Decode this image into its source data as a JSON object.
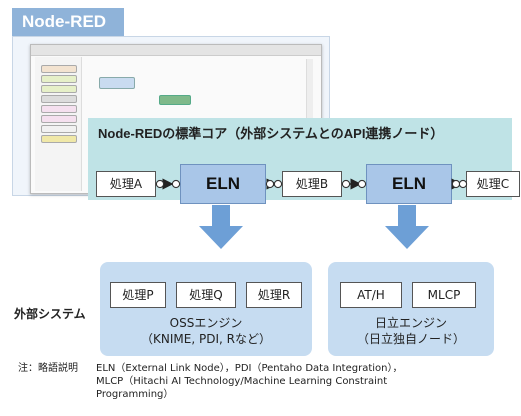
{
  "header": {
    "tab_label": "Node-RED"
  },
  "core": {
    "title": "Node-REDの標準コア（外部システムとのAPI連携ノード）",
    "nodes": [
      "処理A",
      "ELN",
      "処理B",
      "ELN",
      "処理C"
    ]
  },
  "external_label": "外部システム",
  "oss_panel": {
    "boxes": [
      "処理P",
      "処理Q",
      "処理R"
    ],
    "caption_line1": "OSSエンジン",
    "caption_line2": "（KNIME, PDI, Rなど）"
  },
  "hitachi_panel": {
    "boxes": [
      "AT/H",
      "MLCP"
    ],
    "caption_line1": "日立エンジン",
    "caption_line2": "（日立独自ノード）"
  },
  "note": {
    "head": "注：略語説明",
    "line1": "ELN（External Link Node），PDI（Pentaho Data Integration），",
    "line2": "MLCP（Hitachi AI Technology/Machine Learning Constraint",
    "line3": "Programming）"
  },
  "colors": {
    "tab": "#8fb3d9",
    "core_band": "#bfe3e6",
    "eln": "#a9c6e8",
    "panel": "#c6dcf1",
    "arrow": "#6d9fd6"
  }
}
